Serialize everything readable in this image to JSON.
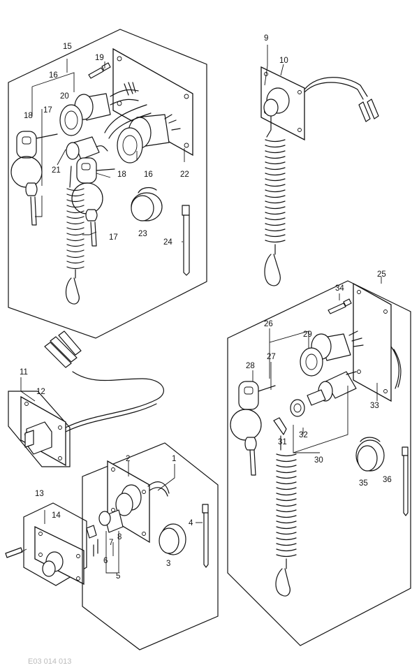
{
  "diagram": {
    "caption": "E03 014 013",
    "callouts": [
      "1",
      "2",
      "3",
      "4",
      "5",
      "6",
      "7",
      "8",
      "9",
      "10",
      "11",
      "12",
      "13",
      "14",
      "15",
      "16",
      "16",
      "17",
      "17",
      "18",
      "18",
      "19",
      "20",
      "21",
      "22",
      "23",
      "24",
      "25",
      "26",
      "27",
      "28",
      "29",
      "30",
      "31",
      "32",
      "33",
      "34",
      "35",
      "36"
    ]
  }
}
